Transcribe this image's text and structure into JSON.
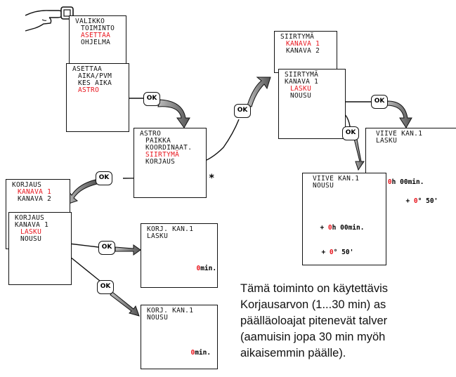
{
  "ok_label": "OK",
  "star": "*",
  "menu": {
    "lines": [
      "VALIKKO",
      "TOIMINTO",
      "ASETTAA",
      "OHJELMA"
    ]
  },
  "asettaa": {
    "lines": [
      "ASETTAA",
      "AIKA/PVM",
      "KES AIKA",
      "ASTRO"
    ]
  },
  "astro": {
    "lines": [
      "ASTRO",
      "PAIKKA",
      "KOORDINAAT.",
      "SIIRTYMÄ",
      "KORJAUS"
    ]
  },
  "siirtyma1": {
    "lines": [
      "SIIRTYMÄ",
      "KANAVA 1",
      "KANAVA 2"
    ]
  },
  "siirtyma2": {
    "lines": [
      "SIIRTYMÄ",
      "KANAVA 1",
      "LASKU",
      "NOUSU"
    ]
  },
  "viive_lasku": {
    "lines": [
      "VIIVE KAN.1",
      "LASKU"
    ],
    "plus": "+",
    "h_val": "0",
    "h_unit": "h",
    "min_val": "00",
    "min_unit": "min.",
    "deg_val": "0",
    "deg_unit": "°",
    "arcmin": "50'"
  },
  "viive_nousu": {
    "lines": [
      "VIIVE KAN.1",
      "NOUSU"
    ],
    "plus": "+",
    "h_val": "0",
    "h_unit": "h",
    "min_val": "00",
    "min_unit": "min.",
    "deg_val": "0",
    "deg_unit": "°",
    "arcmin": "50'"
  },
  "korjaus1": {
    "lines": [
      "KORJAUS",
      "KANAVA 1",
      "KANAVA 2"
    ]
  },
  "korjaus2": {
    "lines": [
      "KORJAUS",
      "KANAVA 1",
      "LASKU",
      "NOUSU"
    ]
  },
  "korj_lasku": {
    "lines": [
      "KORJ. KAN.1",
      "LASKU"
    ],
    "val": "0",
    "unit": "min."
  },
  "korj_nousu": {
    "lines": [
      "KORJ. KAN.1",
      "NOUSU"
    ],
    "val": "0",
    "unit": "min."
  },
  "description": [
    "Tämä toiminto on käytettävis",
    "Korjausarvon (1...30 min) as",
    "päälläoloajat pitenevät talver",
    "(aamuisin jopa 30 min myöh",
    "aikaisemmin päälle)."
  ]
}
